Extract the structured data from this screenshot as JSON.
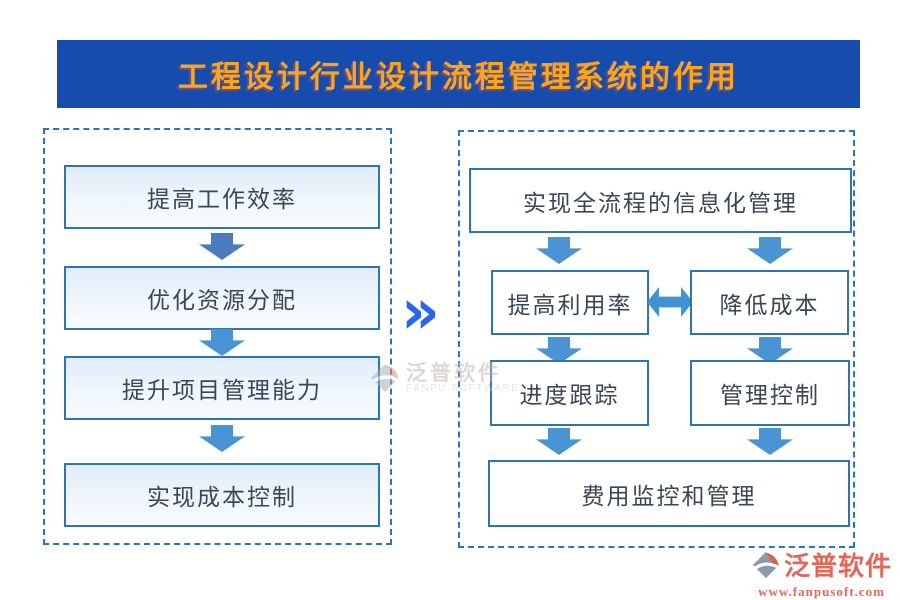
{
  "title": "工程设计行业设计流程管理系统的作用",
  "connector_glyph": "»",
  "left_panel": {
    "items": [
      {
        "label": "提高工作效率"
      },
      {
        "label": "优化资源分配"
      },
      {
        "label": "提升项目管理能力"
      },
      {
        "label": "实现成本控制"
      }
    ]
  },
  "right_panel": {
    "top_box": "实现全流程的信息化管理",
    "mid_left": "提高利用率",
    "mid_right": "降低成本",
    "row3_left": "进度跟踪",
    "row3_right": "管理控制",
    "bottom_box": "费用监控和管理"
  },
  "watermark": {
    "brand": "泛普软件",
    "brand_en": "FANPU SOFTWARE"
  },
  "footer_brand": {
    "name": "泛普软件",
    "website": "www.fanpusoft.com"
  },
  "colors": {
    "banner_bg": "#164CAD",
    "title_text": "#F6A623",
    "panel_dashed_border": "#2A72C4",
    "node_border": "#2E74B5",
    "node_fill_top": "#DFECF8",
    "node_fill_bottom": "#F7FBFE",
    "node_text": "#3A4656",
    "arrow_blue": "#4A94D4",
    "arrow_dark_blue": "#4A7CBE",
    "double_arrow_blue": "#3F93D3",
    "chevron_blue": "#2866EE",
    "brand_coral": "#E2675A",
    "watermark_gray": "#C5B8B0"
  }
}
